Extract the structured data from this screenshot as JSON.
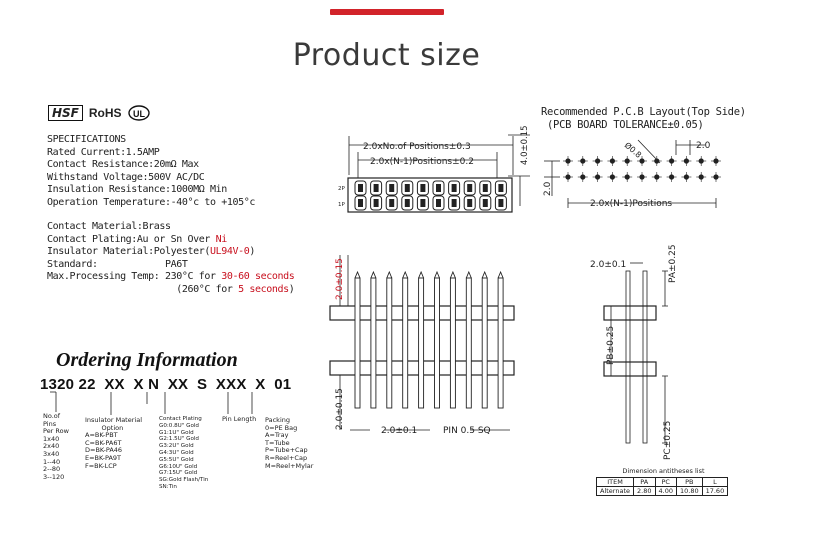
{
  "header": {
    "title": "Product size"
  },
  "logos": {
    "hsf": "HSF",
    "rohs": "RoHS"
  },
  "specs": {
    "heading": "SPECIFICATIONS",
    "rated_current": "Rated Current:1.5AMP",
    "contact_resistance": "Contact Resistance:20mΩ Max",
    "withstand_voltage": "Withstand Voltage:500V AC/DC",
    "insulation_resistance": "Insulation Resistance:1000MΩ Min",
    "operation_temperature": "Operation Temperature:-40°c to +105°c",
    "contact_material": "Contact Material:Brass",
    "contact_plating_a": "Contact Plating:Au or Sn Over ",
    "contact_plating_b": "Ni",
    "insulator_material_a": "Insulator Material:Polyester(",
    "insulator_material_b": "UL94V-0",
    "insulator_material_c": ")",
    "standard_a": "Standard:",
    "standard_b": "            PA6T",
    "max_temp_a": "Max.Processing Temp: 230°C for ",
    "max_temp_b": "30-60 seconds",
    "max_temp_c": "                       (260°C for ",
    "max_temp_d": "5 seconds",
    "max_temp_e": ")"
  },
  "ordering": {
    "heading": "Ordering Information",
    "part_number": "1320 22  XX  X N  XX  S  XXX  X  01",
    "pins_per_row": "No.of\nPins\nPer Row\n1x40\n2x40\n3x40\n1--40\n2--80\n3--120",
    "insulator": "Insulator Material\n        Option\nA=BK-PBT\nC=BK-PA6T\nD=BK-PA46\nE=BK-PA9T\nF=BK-LCP",
    "contact_plating": "Contact Plating\nG0:0.8U\" Gold\nG1:1U\" Gold\nG2:1.5U\" Gold\nG3:2U\" Gold\nG4:3U\" Gold\nG5:5U\" Gold\nG6:10U\" Gold\nG7:15U\" Gold\nSG:Gold Flash/Tin\nSN:Tin",
    "pin_length": "Pin Length",
    "packing": "Packing\n0=PE Bag\nA=Tray\nT=Tube\nP=Tube+Cap\nR=Reel+Cap\nM=Reel+Mylar"
  },
  "drawing_top": {
    "dim_positions": "2.0xNo.of Positions±0.3",
    "dim_n1": "2.0x(N-1)Positions±0.2",
    "dim_height": "4.0±0.15",
    "row_2p": "2P",
    "row_1p": "1P"
  },
  "pcb_layout": {
    "title_line1": "Recommended P.C.B Layout(Top Side)",
    "title_line2": " (PCB BOARD TOLERANCE±0.05)",
    "hole": "Ø0.8",
    "pitch_right": "2.0",
    "pitch_left": "2.0",
    "dim_bottom": "2.0x(N-1)Positions"
  },
  "drawing_front": {
    "dim_top": "2.0±0.15",
    "dim_bottom": "2.0±0.15",
    "dim_pitch": "2.0±0.1",
    "pin_label": "PIN 0.5 SQ"
  },
  "drawing_side": {
    "dim_pitch": "2.0±0.1",
    "pa": "PA±0.25",
    "pb": "PB±0.25",
    "pc": "PC±0.25"
  },
  "table": {
    "caption": "Dimension antitheses list",
    "headers": [
      "ITEM",
      "PA",
      "PC",
      "PB",
      "L"
    ],
    "row": [
      "Alternate",
      "2.80",
      "4.00",
      "10.80",
      "17.60"
    ]
  }
}
